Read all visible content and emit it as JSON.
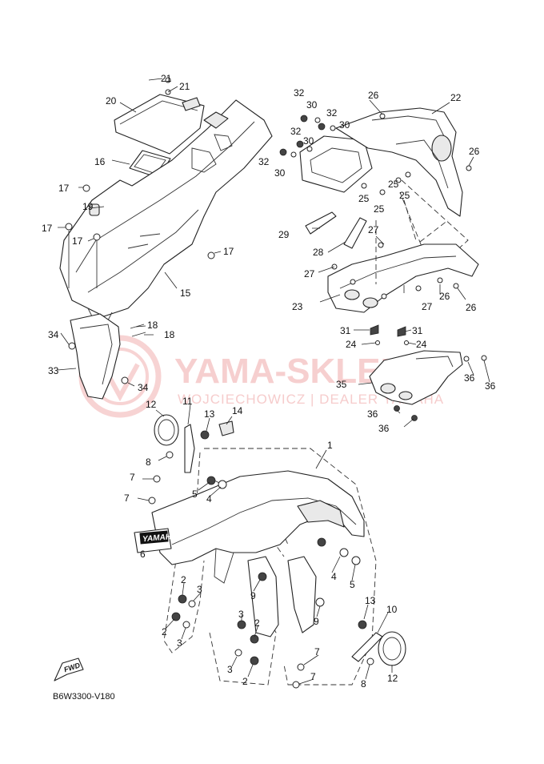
{
  "diagram_code": "B6W3300-V180",
  "watermark": {
    "brand": "YAMA-SKLEP",
    "subtitle": "WOJCIECHOWICZ | DEALER YAMAHA"
  },
  "decal_text": "YAMAHA",
  "direction_arrow": "FWD",
  "callouts": {
    "c21a": "21",
    "c21b": "21",
    "c20": "20",
    "c16": "16",
    "c17a": "17",
    "c19": "19",
    "c17b": "17",
    "c17c": "17",
    "c17d": "17",
    "c15": "15",
    "c18a": "18",
    "c18b": "18",
    "c34a": "34",
    "c33": "33",
    "c34b": "34",
    "c32a": "32",
    "c30a": "30",
    "c32b": "32",
    "c30b": "30",
    "c32c": "32",
    "c30c": "30",
    "c32d": "32",
    "c30d": "30",
    "c26a": "26",
    "c22": "22",
    "c26b": "26",
    "c25a": "25",
    "c25b": "25",
    "c25c": "25",
    "c25d": "25",
    "c29": "29",
    "c27a": "27",
    "c28": "28",
    "c27b": "27",
    "c23": "23",
    "c27c": "27",
    "c26c": "26",
    "c26d": "26",
    "c31a": "31",
    "c31b": "31",
    "c24a": "24",
    "c24b": "24",
    "c35": "35",
    "c36a": "36",
    "c36b": "36",
    "c36c": "36",
    "c36d": "36",
    "c12a": "12",
    "c11": "11",
    "c13a": "13",
    "c14": "14",
    "c8a": "8",
    "c1": "1",
    "c7a": "7",
    "c5a": "5",
    "c4a": "4",
    "c7b": "7",
    "c6": "6",
    "c4b": "4",
    "c5b": "5",
    "c9a": "9",
    "c9b": "9",
    "c2a": "2",
    "c3a": "3",
    "c2b": "2",
    "c3b": "3",
    "c3c": "3",
    "c2c": "2",
    "c3d": "3",
    "c2d": "2",
    "c13b": "13",
    "c10": "10",
    "c7c": "7",
    "c7d": "7",
    "c8b": "8",
    "c12b": "12"
  }
}
